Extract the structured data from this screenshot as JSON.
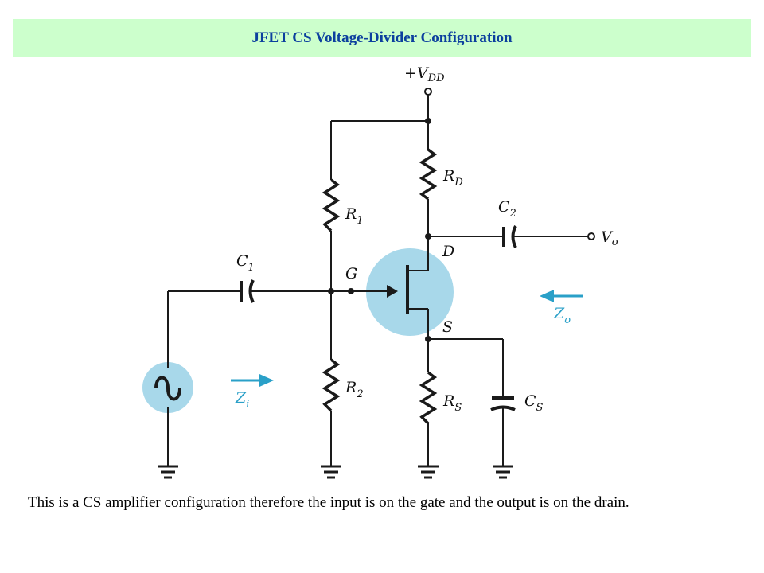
{
  "title": "JFET CS Voltage-Divider Configuration",
  "caption": "This is a CS amplifier configuration therefore the input is on the gate and the output is on the drain.",
  "labels": {
    "vdd": "+V",
    "vdd_sub": "DD",
    "rd": "R",
    "rd_sub": "D",
    "r1": "R",
    "r1_sub": "1",
    "r2": "R",
    "r2_sub": "2",
    "rs": "R",
    "rs_sub": "S",
    "c1": "C",
    "c1_sub": "1",
    "c2": "C",
    "c2_sub": "2",
    "cs": "C",
    "cs_sub": "S",
    "gate": "G",
    "drain": "D",
    "source": "S",
    "vo": "V",
    "vo_sub": "o",
    "zi": "Z",
    "zi_sub": "i",
    "zo": "Z",
    "zo_sub": "o"
  },
  "colors": {
    "title_bg": "#ccffcc",
    "title_text": "#0c3f9e",
    "highlight": "#a8d8ea",
    "arrow": "#2aa0c8",
    "wire": "#1a1a1a"
  }
}
